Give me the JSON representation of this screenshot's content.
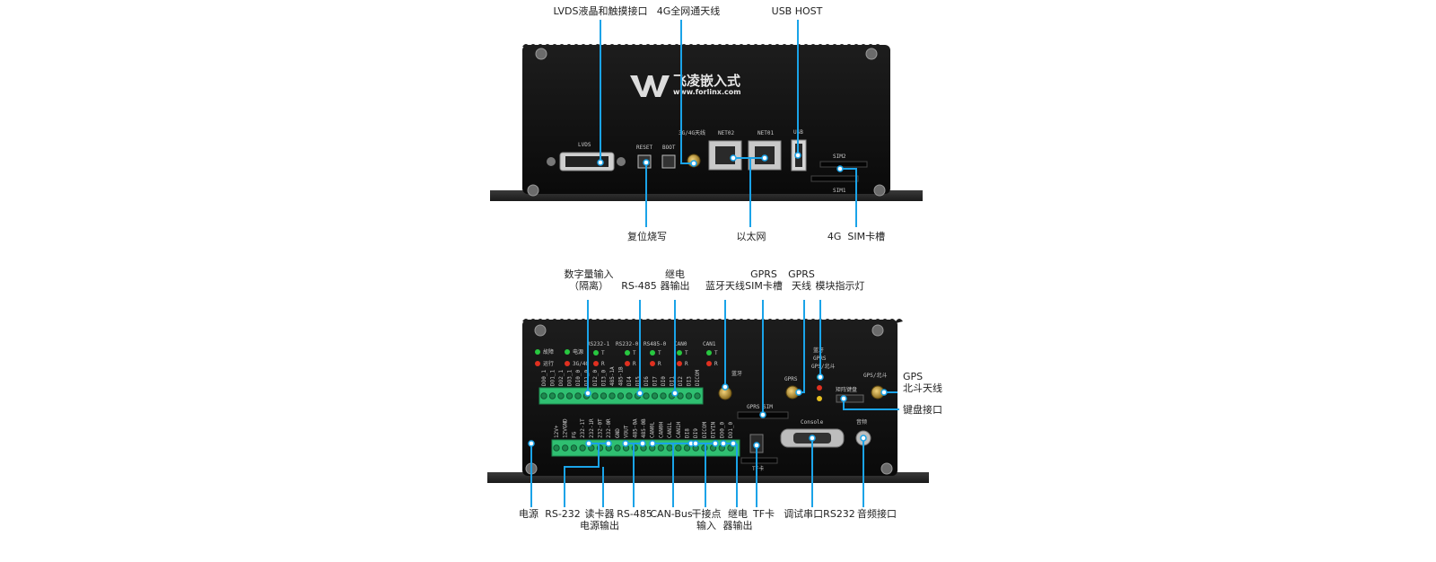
{
  "brand": {
    "name": "飞凌嵌入式",
    "url": "www.forlinx.com"
  },
  "colors": {
    "leader": "#1aa3e8",
    "case": "#111111",
    "terminal": "#2fbf71",
    "led_green": "#28c840",
    "led_red": "#e03020",
    "label_text": "#222222"
  },
  "top_panel": {
    "callouts": {
      "lvds": "LVDS液晶和触摸接口",
      "antenna_4g": "4G全网通天线",
      "usb_host": "USB HOST",
      "reset": "复位烧写",
      "ethernet": "以太网",
      "sim": "4G  SIM卡槽"
    },
    "silkscreen": {
      "lvds": "LVDS",
      "reset": "RESET",
      "boot": "BOOT",
      "ant": "3G/4G天线",
      "net2": "NET02",
      "net1": "NET01",
      "usb": "USB",
      "sim2": "SIM2",
      "sim1": "SIM1"
    }
  },
  "bottom_panel": {
    "callouts": {
      "digital_in": "数字量输入\n（隔离）",
      "rs485_top": "RS-485",
      "relay_top": "继电\n器输出",
      "bt_ant": "蓝牙天线",
      "gprs_sim": "GPRS\nSIM卡槽",
      "gprs_ant": "GPRS\n天线",
      "module_led": "模块指示灯",
      "gps_ant": "GPS\n北斗天线",
      "keypad": "键盘接口",
      "power": "电源",
      "rs232": "RS-232",
      "card_power": "读卡器\n电源输出",
      "rs485_bottom": "RS-485",
      "can_bus": "CAN-Bus",
      "dry_contact": "干接点\n输入",
      "relay_bottom": "继电\n器输出",
      "tf": "TF卡",
      "console": "调试串口RS232",
      "audio": "音频接口"
    },
    "silkscreen": {
      "fault": "故障",
      "run": "运行",
      "power": "电源",
      "net": "3G/4G",
      "rs232_1": "RS232-1",
      "rs232_0": "RS232-0",
      "rs485_0": "RS485-0",
      "can0": "CAN0",
      "can1": "CAN1",
      "t": "T",
      "r": "R",
      "bt": "蓝牙",
      "gprs_sim": "GPRS SIM",
      "gprs": "GPRS",
      "gps_bd": "GPS/北斗",
      "led_stack": [
        "蓝牙",
        "GPRS",
        "GPS/北斗"
      ],
      "keypad": "矩阵键盘",
      "console": "Console",
      "audio": "音频",
      "tf": "TF卡"
    },
    "top_terminals": [
      "DO0_1",
      "DO1_1",
      "DO2_1",
      "DO3_1",
      "DI0_0",
      "DI1_0",
      "DI2_0",
      "DI3_0",
      "485-1A",
      "485-1B",
      "DI4",
      "DI5",
      "DI6",
      "DI7",
      "DI0",
      "DI1",
      "DI2",
      "DI3",
      "DICOM"
    ],
    "bottom_terminals": [
      "12V+",
      "12VGND",
      "FG",
      "232-1T",
      "232-1R",
      "232-0T",
      "232-0R",
      "GND",
      "VOUT",
      "485-0A",
      "485-0B",
      "CAN0L",
      "CAN0H",
      "CAN1L",
      "CAN1H",
      "DI8",
      "DI9",
      "DICOM",
      "DIVIN",
      "DO0_0",
      "DO1_0"
    ]
  }
}
